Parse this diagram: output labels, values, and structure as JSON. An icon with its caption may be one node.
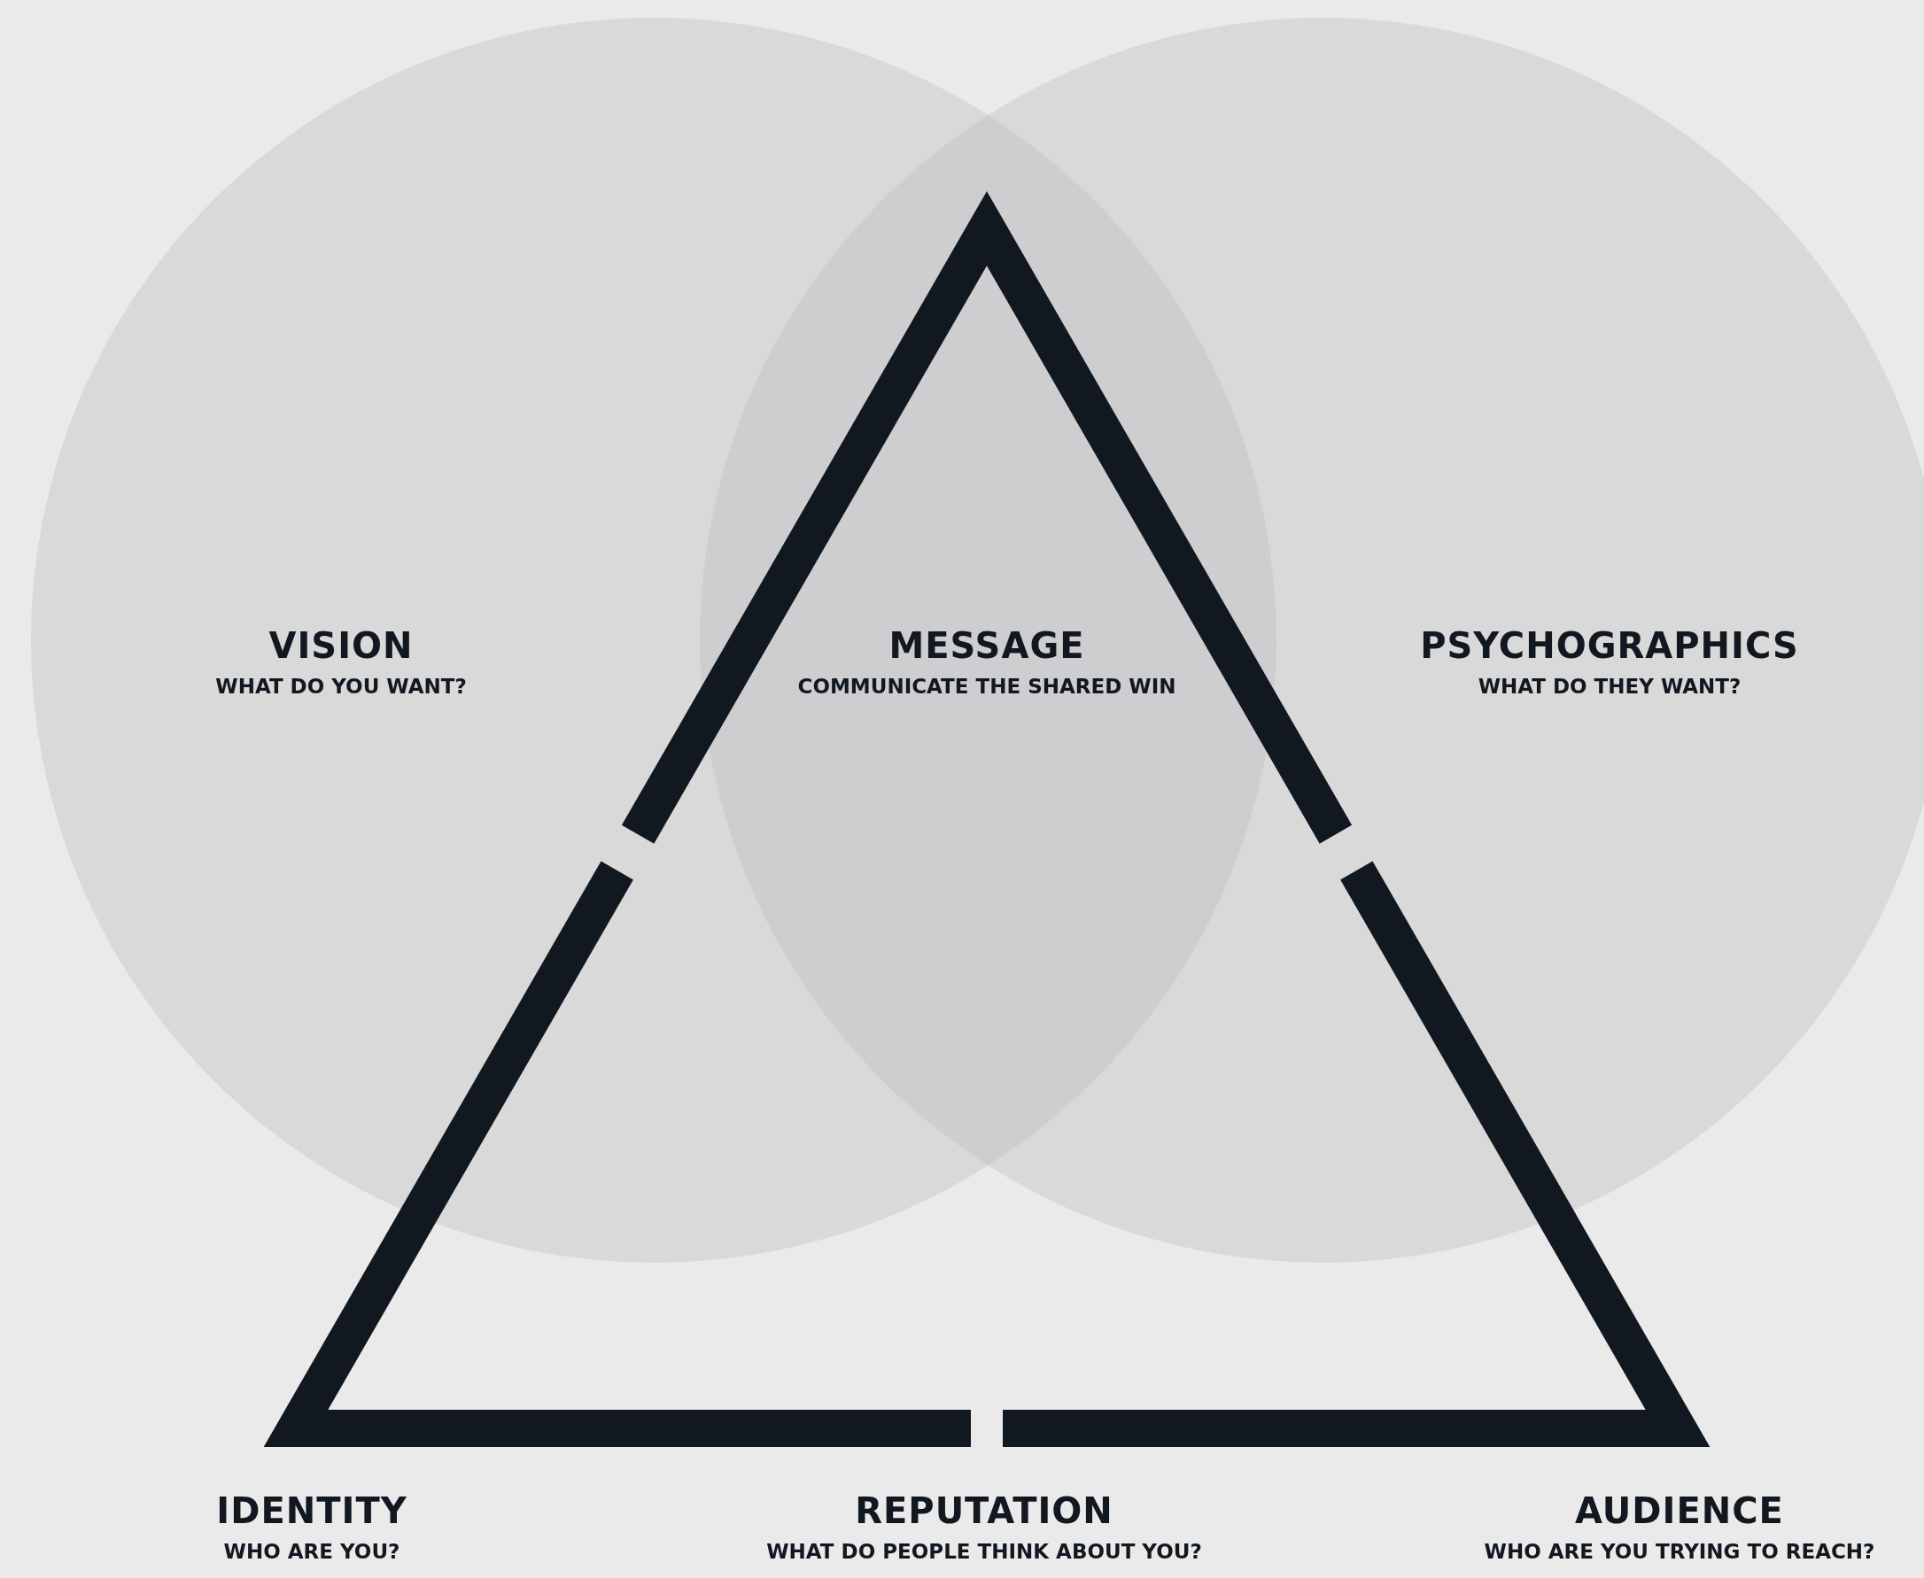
{
  "diagram": {
    "nodes": [
      {
        "text": [
          "VISION",
          "WHAT DO YOU WANT?"
        ]
      },
      {
        "text": [
          "PSYCHOGRAPHICS",
          "WHAT DO THEY WANT?"
        ]
      },
      {
        "text": [
          "MESSAGE",
          "COMMUNICATE THE SHARED WIN"
        ]
      }
    ],
    "labels": [
      "IDENTITY",
      "WHO ARE YOU?",
      "REPUTATION",
      "WHAT DO PEOPLE THINK ABOUT YOU?",
      "AUDIENCE",
      "WHO ARE YOU TRYING TO REACH?"
    ]
  }
}
